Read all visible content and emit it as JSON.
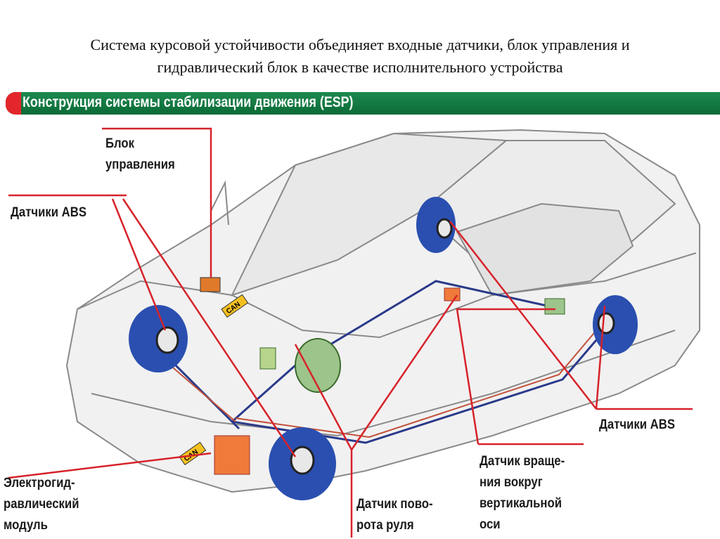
{
  "caption": {
    "line1": "Система курсовой устойчивости объединяет входные датчики, блок управления и",
    "line2": "гидравлический блок в качестве исполнительного устройства"
  },
  "banner": {
    "title": "Конструкция системы стабилизации движения (ESP)"
  },
  "labels": {
    "control_unit": [
      "Блок",
      "управления"
    ],
    "abs_sensors_left": "Датчики ABS",
    "abs_sensors_right": "Датчики ABS",
    "hydraulic_module": [
      "Электрогид-",
      "равлический",
      "модуль"
    ],
    "steering_sensor": [
      "Датчик пово-",
      "рота руля"
    ],
    "yaw_sensor": [
      "Датчик враще-",
      "ния вокруг",
      "вертикальной",
      "оси"
    ]
  },
  "component_tags": {
    "can": "CAN"
  },
  "colors": {
    "banner_green": "#0f7a40",
    "banner_red": "#e3262b",
    "leader_red": "#d7222a",
    "wheel_blue": "#2a4fb0",
    "module_orange": "#f07a3a"
  }
}
